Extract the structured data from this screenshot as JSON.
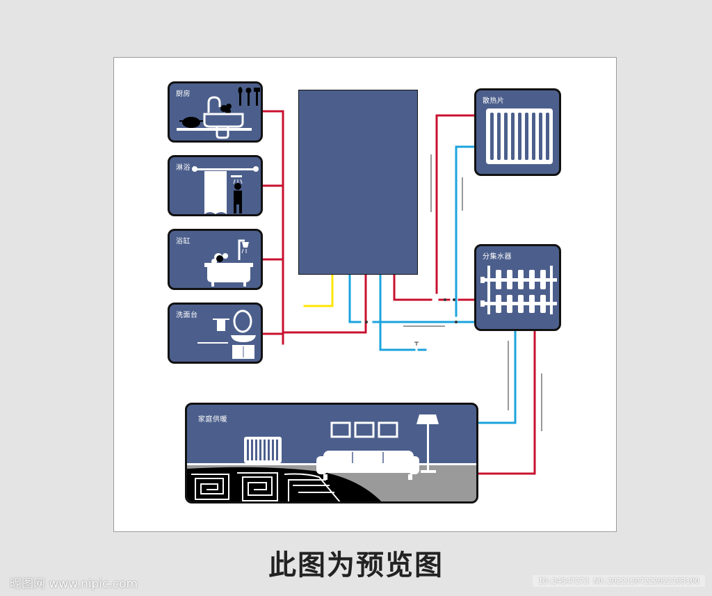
{
  "rooms": {
    "kitchen": "厨房",
    "shower": "淋浴",
    "bathtub": "浴缸",
    "washbasin": "洗面台",
    "radiator": "散热片",
    "manifold": "分集水器",
    "home_heating": "家庭供暖"
  },
  "caption": "此图为预览图",
  "watermark": {
    "site": "昵图网 www.nipic.com",
    "id": "ID:24547273 NO:20221207222022183100"
  },
  "colors": {
    "hot_pipe": "#c8102e",
    "cold_pipe": "#1aa3dd",
    "gas_pipe": "#ffe600",
    "panel": "#4c5f8c"
  }
}
